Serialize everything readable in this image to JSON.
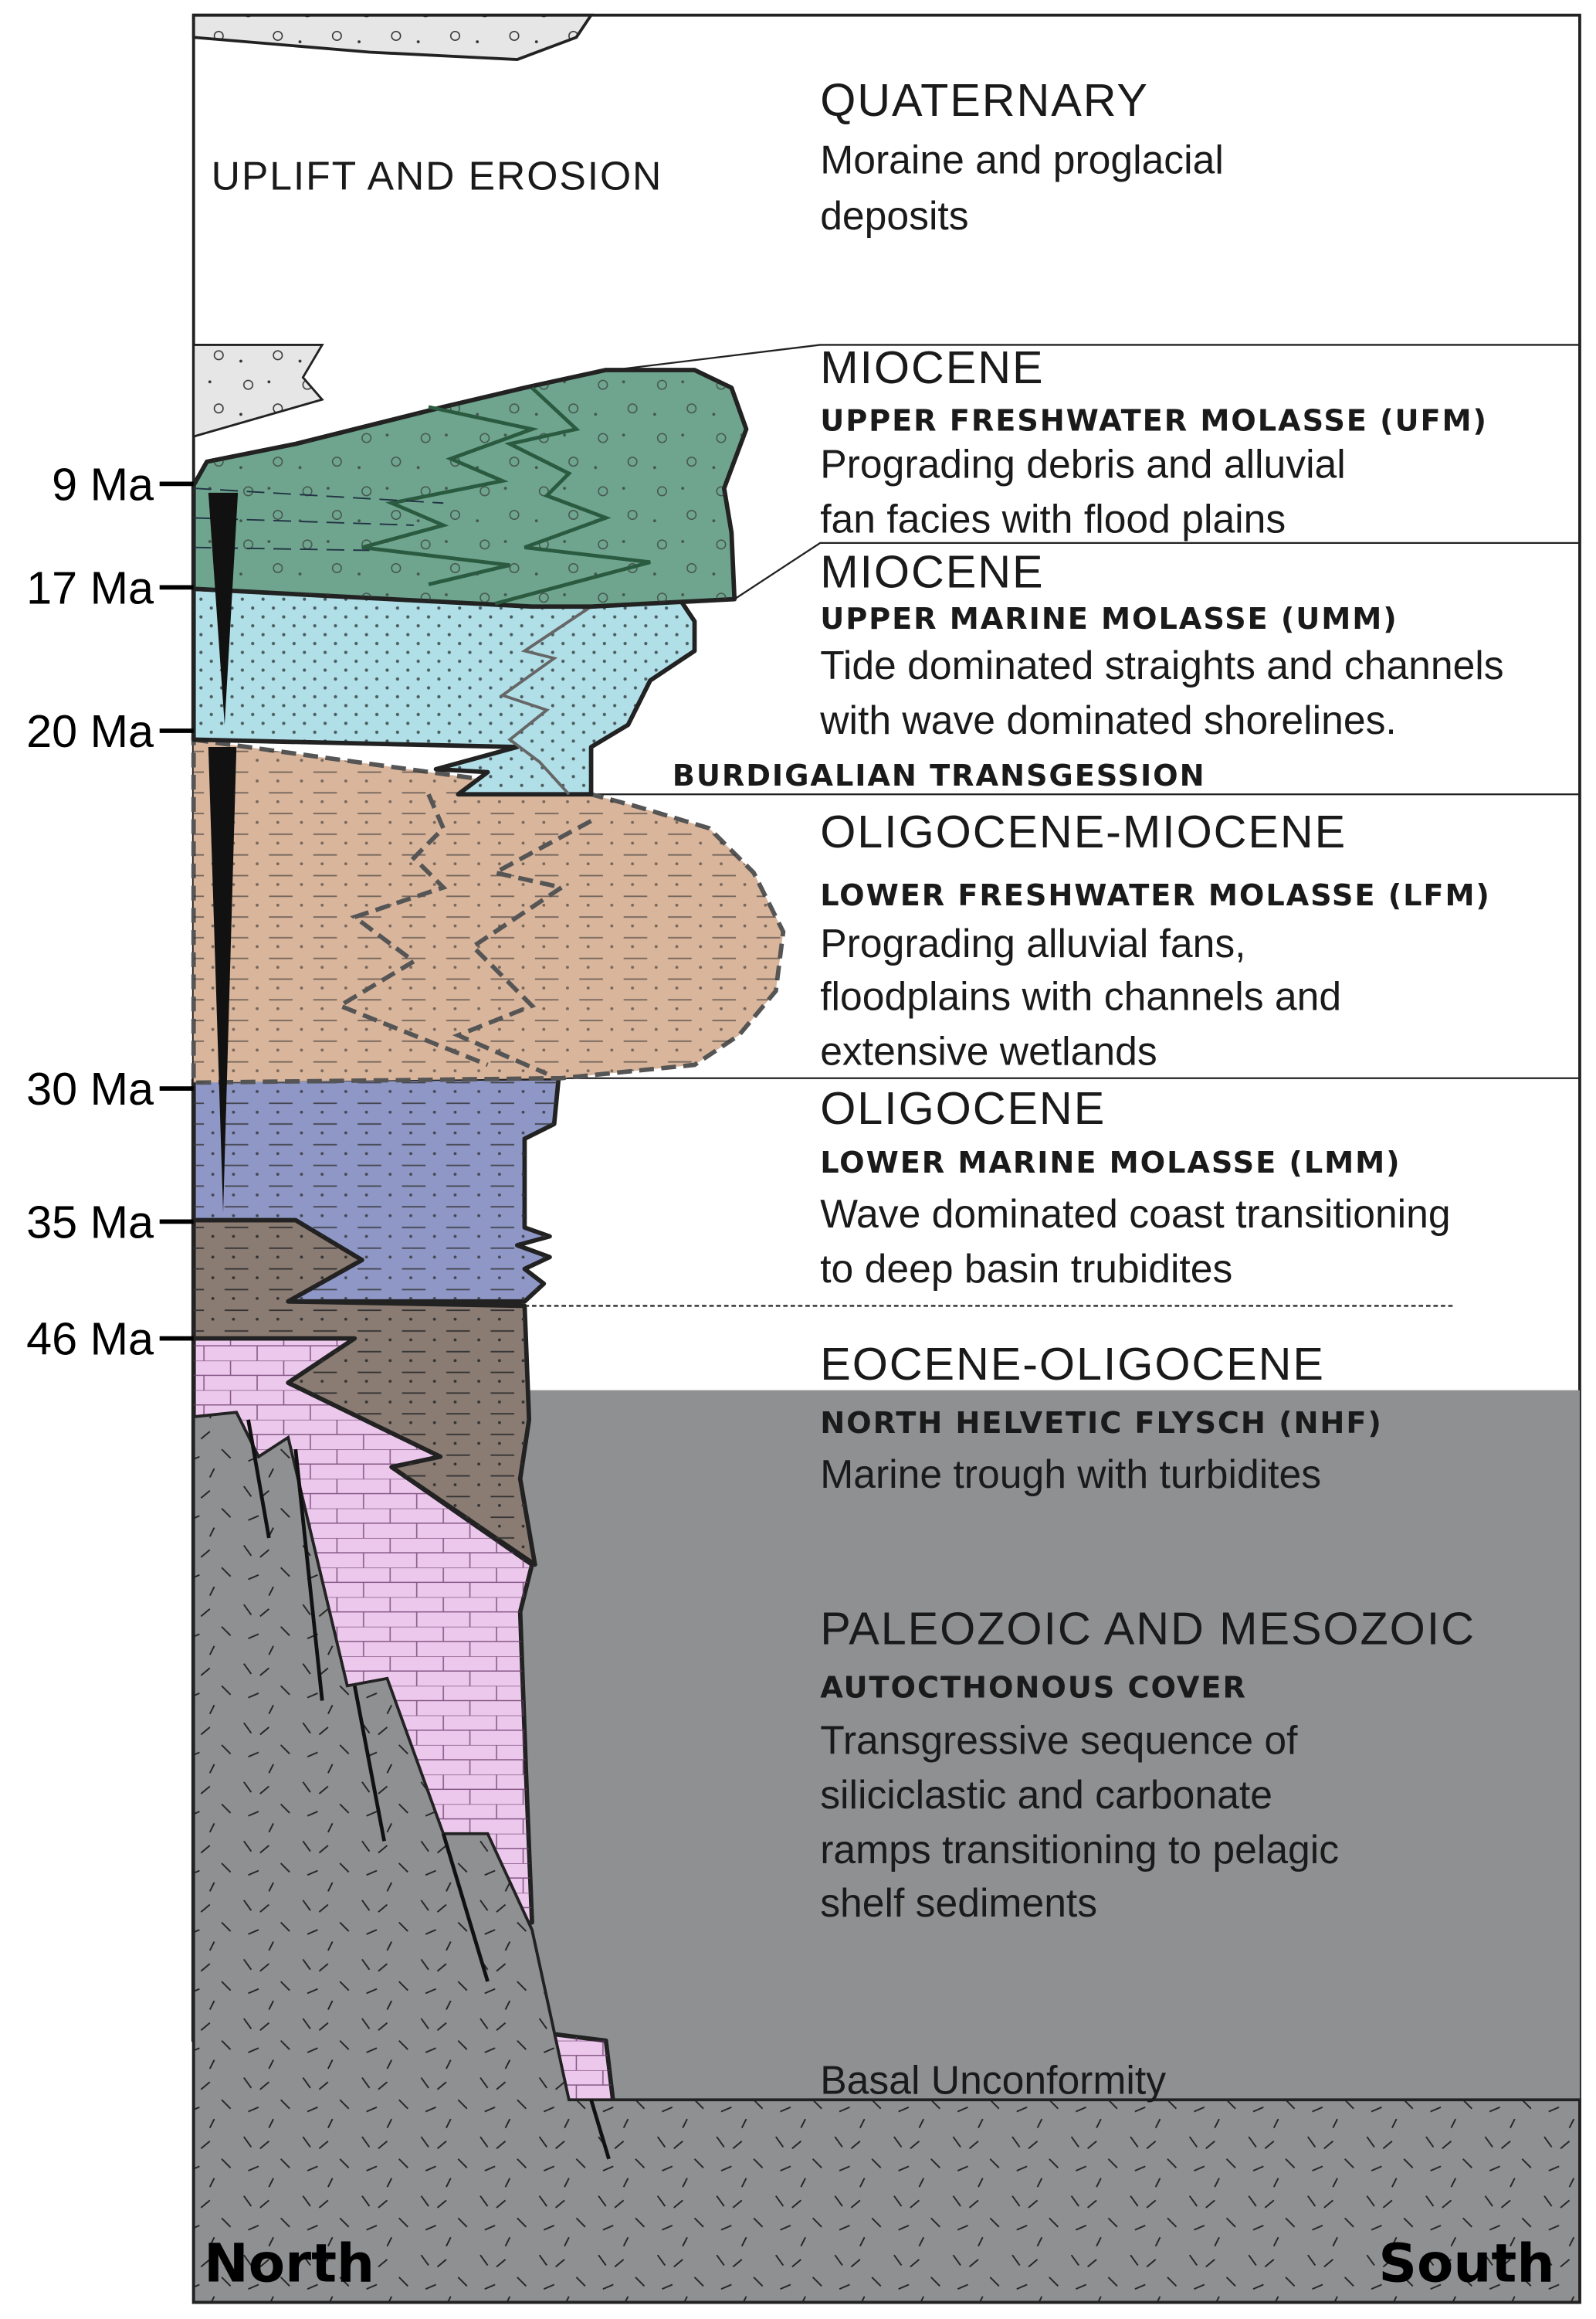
{
  "top_label": "UPLIFT AND EROSION",
  "units": [
    {
      "period": "QUATERNARY",
      "lines": [
        "Moraine and proglacial",
        "deposits"
      ]
    },
    {
      "period": "MIOCENE",
      "formation": "UPPER FRESHWATER MOLASSE (UFM)",
      "lines": [
        "Prograding debris and alluvial",
        "fan facies with flood plains"
      ]
    },
    {
      "period": "MIOCENE",
      "formation": "UPPER MARINE MOLASSE (UMM)",
      "lines": [
        "Tide dominated straights and channels",
        "with wave dominated shorelines."
      ]
    },
    {
      "period": "OLIGOCENE-MIOCENE",
      "formation": "LOWER FRESHWATER MOLASSE (LFM)",
      "lines": [
        "Prograding alluvial fans,",
        "floodplains with channels and",
        "extensive wetlands"
      ]
    },
    {
      "period": "OLIGOCENE",
      "formation": "LOWER MARINE MOLASSE (LMM)",
      "lines": [
        "Wave dominated coast transitioning",
        "to deep basin trubidites"
      ]
    },
    {
      "period": "EOCENE-OLIGOCENE",
      "formation": "NORTH HELVETIC FLYSCH (NHF)",
      "lines": [
        "Marine trough with turbidites"
      ]
    },
    {
      "period": "PALEOZOIC AND MESOZOIC",
      "formation": "AUTOCTHONOUS COVER",
      "lines": [
        "Transgressive sequence of",
        "siliciclastic and carbonate",
        "ramps transitioning to pelagic",
        "shelf sediments"
      ]
    }
  ],
  "event_label": "BURDIGALIAN TRANSGESSION",
  "basal_label": "Basal Unconformity",
  "ages": [
    "9 Ma",
    "17 Ma",
    "20 Ma",
    "30 Ma",
    "35 Ma",
    "46 Ma"
  ],
  "directions": {
    "left": "North",
    "right": "South"
  },
  "colors": {
    "quaternary": "#e6e6e6",
    "ufm": "#6fa58e",
    "umm": "#b0dfe8",
    "lfm": "#d9b59b",
    "lmm": "#8e97c6",
    "nhf": "#8b7c73",
    "cover": "#ecc9ec",
    "basement": "#8f9092"
  }
}
